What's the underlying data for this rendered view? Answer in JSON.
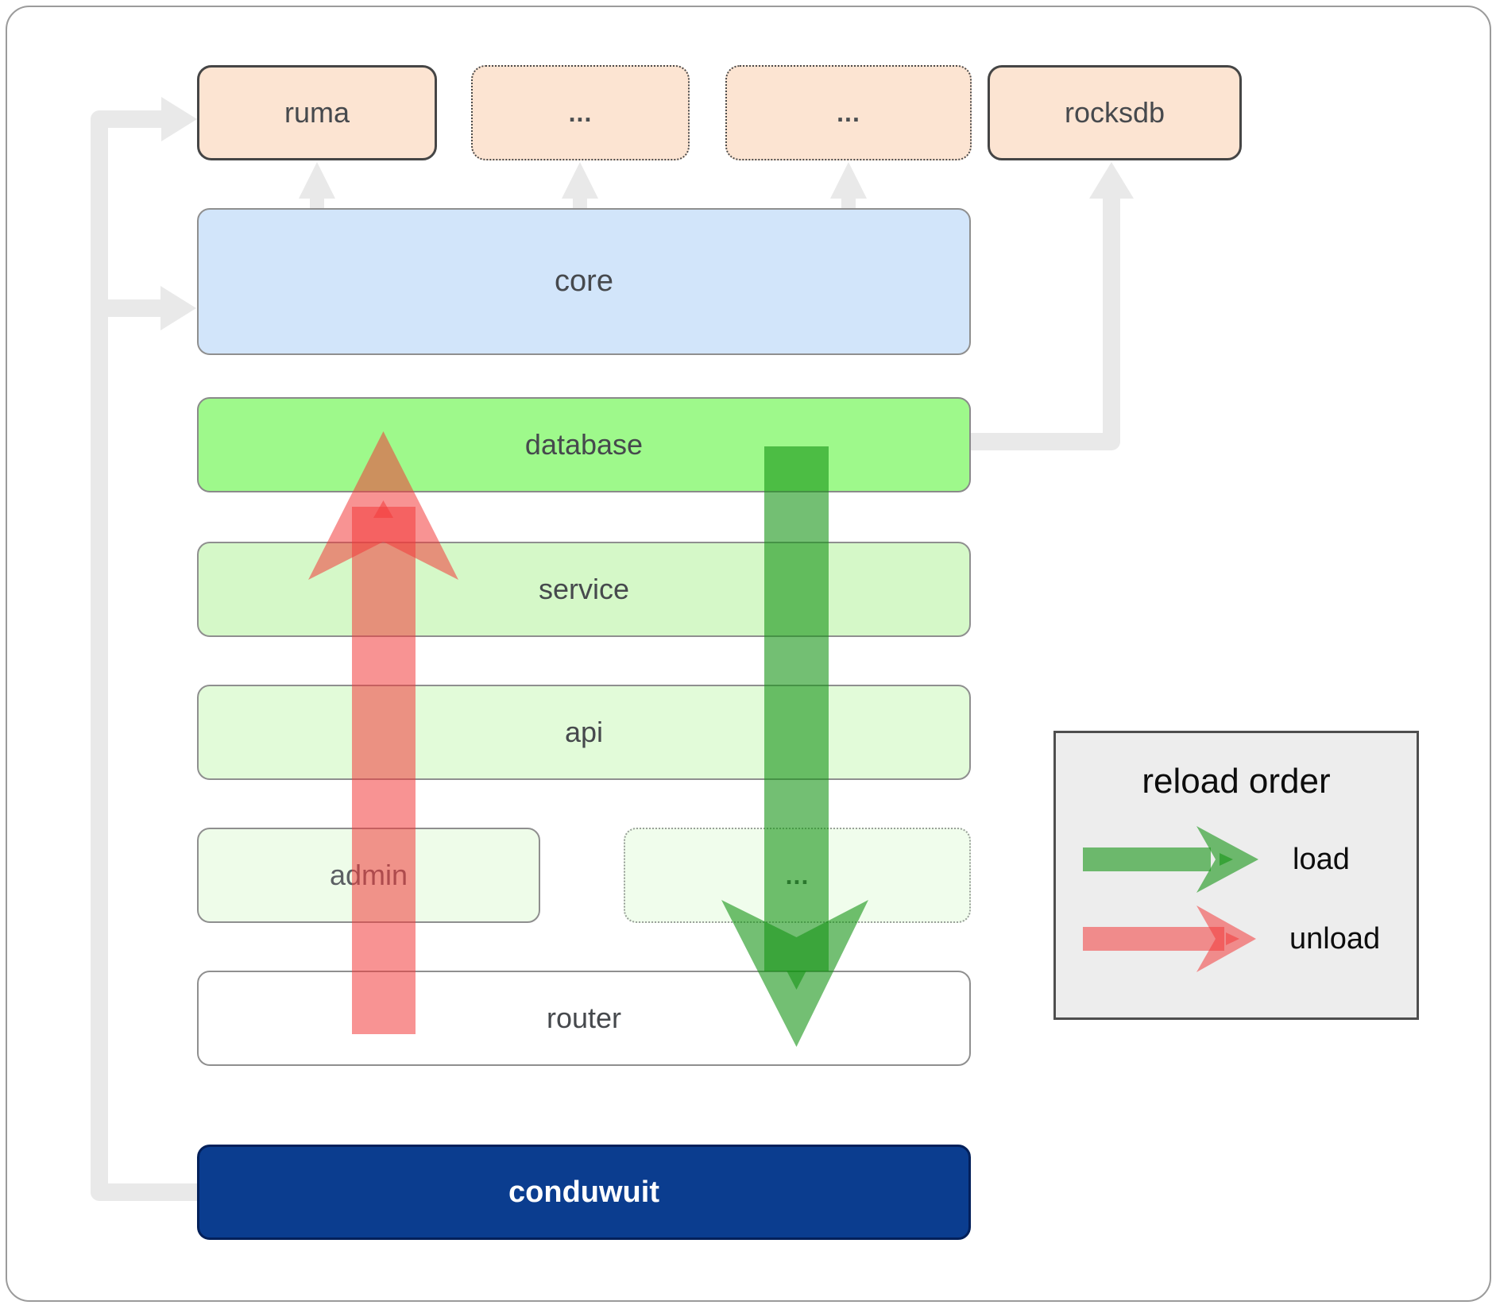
{
  "nodes": {
    "ruma": "ruma",
    "dots1": "...",
    "dots2": "...",
    "rocksdb": "rocksdb",
    "core": "core",
    "database": "database",
    "service": "service",
    "api": "api",
    "admin": "admin",
    "dots3": "...",
    "router": "router",
    "conduwuit": "conduwuit"
  },
  "legend": {
    "title": "reload order",
    "load_label": "load",
    "unload_label": "unload"
  },
  "colors": {
    "load": "#169416",
    "unload": "#f23b3b",
    "connector": "#e9e9e9",
    "peach_fill": "#fce4d2",
    "core_fill": "#d2e5fa",
    "database_fill": "#9ef98b",
    "service_fill": "#d5f8c8",
    "api_fill": "#e2fbd9",
    "admin_fill": "#eefce9",
    "router_fill": "#ffffff",
    "conduwuit_fill": "#0b3d8f",
    "legend_bg": "#ededed"
  }
}
